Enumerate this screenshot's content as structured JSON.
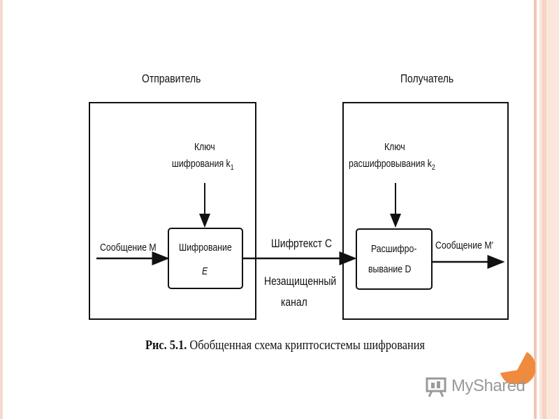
{
  "diagram": {
    "sender_label": "Отправитель",
    "receiver_label": "Получатель",
    "enc_key_line1": "Ключ",
    "enc_key_line2": "шифрования k",
    "enc_key_sub": "1",
    "dec_key_line1": "Ключ",
    "dec_key_line2": "расшифровывания k",
    "dec_key_sub": "2",
    "message_in": "Сообщение M",
    "encryption_line1": "Шифрование",
    "encryption_line2": "E",
    "ciphertext": "Шифртекст C",
    "channel_line1": "Незащищенный",
    "channel_line2": "канал",
    "decryption_line1": "Расшифро-",
    "decryption_line2": "вывание D",
    "message_out": "Сообщение M'"
  },
  "caption": {
    "prefix": "Рис. 5.1.",
    "text": "Обобщенная схема криптосистемы шифрования"
  },
  "brand": {
    "name": "MyShared",
    "accent_color": "#f08a3c"
  }
}
